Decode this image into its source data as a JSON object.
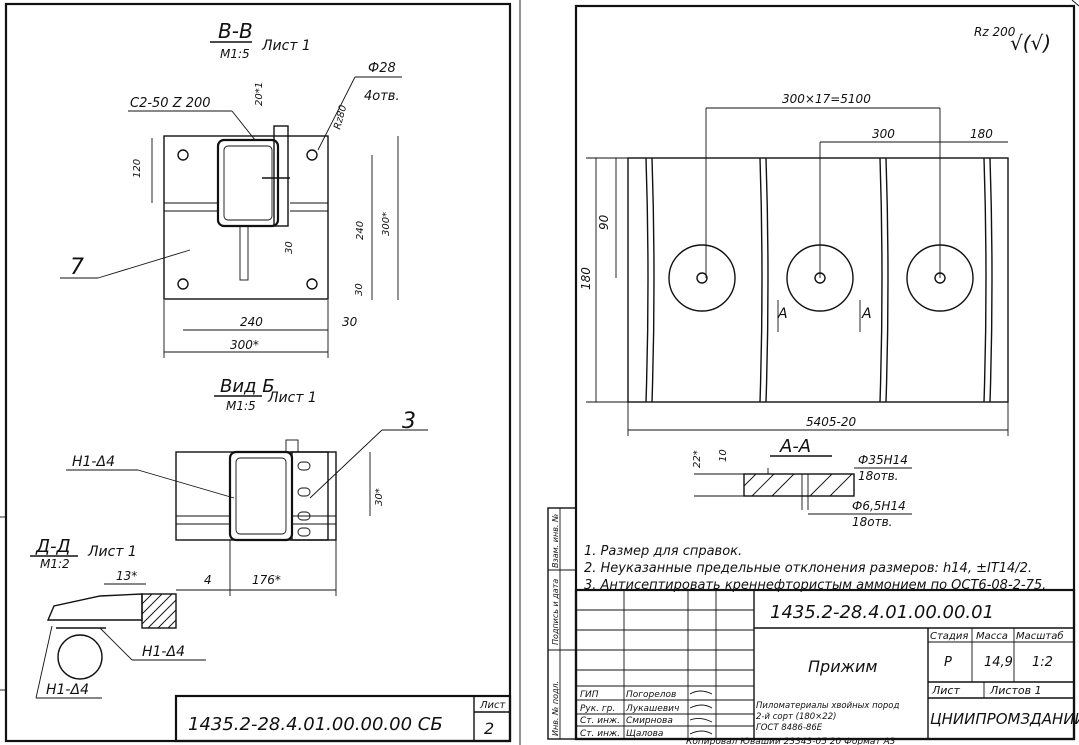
{
  "left_sheet": {
    "section_bb": {
      "title": "В-В",
      "scale": "М1:5",
      "sheet_ref": "Лист 1"
    },
    "profile_label": "С2-50 Z 200",
    "hole_note": {
      "dia": "Ф28",
      "count": "4отв."
    },
    "roughness": "Rz80",
    "dims": {
      "d20": "20*1",
      "d120": "120",
      "d240v": "240",
      "d300v": "300*",
      "d30a": "30",
      "d30b": "30",
      "d240h": "240",
      "d30h": "30",
      "d300h": "300*"
    },
    "part7": "7",
    "view_b": {
      "title": "Вид Б",
      "scale": "М1:5",
      "sheet_ref": "Лист 1"
    },
    "part3": "3",
    "weld1": "Н1-Δ4",
    "dim30v": "30*",
    "dim4": "4",
    "dim176": "176*",
    "section_dd": {
      "title": "Д-Д",
      "scale": "М1:2",
      "sheet_ref": "Лист 1"
    },
    "dim13": "13*",
    "weld2": "Н1-Δ4",
    "weld3": "Н1-Δ4",
    "stamp_code": "1435.2-28.4.01.00.00.00 СБ",
    "sheet_label": "Лист",
    "sheet_num": "2"
  },
  "right_sheet": {
    "roughness": "Rz 200",
    "roughness_sym": "√(√)",
    "dim_pitch": "300×17=5100",
    "dim300": "300",
    "dim180h": "180",
    "dim90": "90",
    "dim180v": "180",
    "dim_total": "5405-20",
    "cut_a1": "А",
    "cut_a2": "А",
    "section_aa": "А-А",
    "hole1": {
      "dia": "Ф35Н14",
      "count": "18отв."
    },
    "hole2": {
      "dia": "Ф6,5Н14",
      "count": "18отв."
    },
    "dim22": "22*",
    "dim10": "10",
    "notes": [
      "1. Размер для справок.",
      "2. Неуказанные предельные отклонения размеров: h14, ±IT14/2.",
      "3. Антисептировать креннефтористым аммонием по ОСТ6-08-2-75."
    ],
    "stamp": {
      "code": "1435.2-28.4.01.00.00.01",
      "name": "Прижим",
      "col_stage": "Стадия",
      "col_mass": "Масса",
      "col_scale": "Масштаб",
      "stage": "Р",
      "mass": "14,9",
      "scale": "1:2",
      "sheet": "Лист",
      "sheets": "Листов 1",
      "material1": "Пиломатериалы хвойных пород",
      "material2": "2-й сорт (180×22)",
      "material3": "ГОСТ 8486-86Е",
      "org": "ЦНИИПРОМЗДАНИЙ",
      "roles": [
        "ГИП",
        "Рук. гр.",
        "Ст. инж.",
        "Ст. инж."
      ],
      "people": [
        "Погорелов",
        "Лукашевич",
        "Смирнова",
        "Щалова"
      ]
    },
    "side_labels": [
      "Инв. № подл.",
      "Подпись и дата",
      "Взам. инв. №"
    ],
    "footer": "Копировал   Ювашии   23343-05   20   Формат  А3"
  }
}
